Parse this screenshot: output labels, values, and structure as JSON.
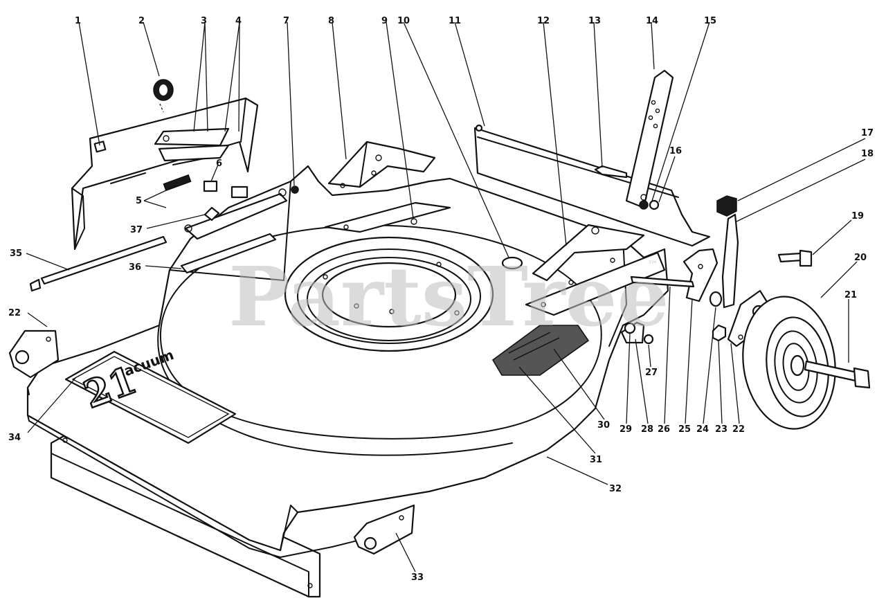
{
  "watermark": {
    "text": "PartsTree",
    "trademark": "™"
  },
  "decals": {
    "deck_logo_top": "vacuum",
    "deck_logo_big": "21",
    "deck_logo_suffix": "\""
  },
  "callouts": [
    {
      "id": "c1",
      "label": "1"
    },
    {
      "id": "c2",
      "label": "2"
    },
    {
      "id": "c3",
      "label": "3"
    },
    {
      "id": "c4",
      "label": "4"
    },
    {
      "id": "c5",
      "label": "5"
    },
    {
      "id": "c6",
      "label": "6"
    },
    {
      "id": "c7",
      "label": "7"
    },
    {
      "id": "c8",
      "label": "8"
    },
    {
      "id": "c9",
      "label": "9"
    },
    {
      "id": "c10",
      "label": "10"
    },
    {
      "id": "c11",
      "label": "11"
    },
    {
      "id": "c12",
      "label": "12"
    },
    {
      "id": "c13",
      "label": "13"
    },
    {
      "id": "c14",
      "label": "14"
    },
    {
      "id": "c15",
      "label": "15"
    },
    {
      "id": "c16",
      "label": "16"
    },
    {
      "id": "c17",
      "label": "17"
    },
    {
      "id": "c18",
      "label": "18"
    },
    {
      "id": "c19",
      "label": "19"
    },
    {
      "id": "c20",
      "label": "20"
    },
    {
      "id": "c21",
      "label": "21"
    },
    {
      "id": "c22a",
      "label": "22"
    },
    {
      "id": "c22b",
      "label": "22"
    },
    {
      "id": "c23",
      "label": "23"
    },
    {
      "id": "c24",
      "label": "24"
    },
    {
      "id": "c25",
      "label": "25"
    },
    {
      "id": "c26",
      "label": "26"
    },
    {
      "id": "c27",
      "label": "27"
    },
    {
      "id": "c28",
      "label": "28"
    },
    {
      "id": "c29",
      "label": "29"
    },
    {
      "id": "c30",
      "label": "30"
    },
    {
      "id": "c31",
      "label": "31"
    },
    {
      "id": "c32",
      "label": "32"
    },
    {
      "id": "c33",
      "label": "33"
    },
    {
      "id": "c34",
      "label": "34"
    },
    {
      "id": "c35",
      "label": "35"
    },
    {
      "id": "c36",
      "label": "36"
    },
    {
      "id": "c37",
      "label": "37"
    }
  ]
}
